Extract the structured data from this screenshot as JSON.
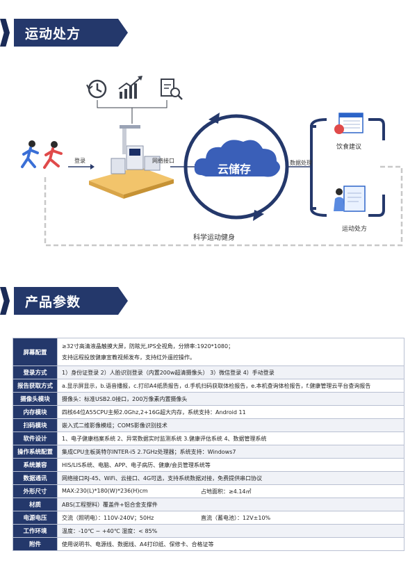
{
  "section1": {
    "title": "运动处方"
  },
  "diagram": {
    "cloud_label": "云储存",
    "login_label": "登录",
    "network_label": "网络接口",
    "data_label": "数据处理",
    "diet_label": "饮食建议",
    "exercise_label": "运动处方",
    "science_label": "科学运动健身"
  },
  "section2": {
    "title": "产品参数"
  },
  "specs": {
    "screen": {
      "key": "屏幕配置",
      "line1": "≥32寸高清液晶触摸大屏，防眩光,IPS全视角，分辨率:1920*1080；",
      "line2": "支持远程投放健康宣教视频发布，支持红外遥控操作。"
    },
    "login": {
      "key": "登录方式",
      "value": "1）身份证登录   2）人脸识别登录（内置200w超清摄像头）   3）微信登录   4）手动登录"
    },
    "report": {
      "key": "报告获取方式",
      "value": "a.显示屏显示，b.语音播报，c.打印A4纸质报告，d.手机扫码获取体检报告，e.本机查询体检报告，f.健康管理云平台查询报告"
    },
    "camera": {
      "key": "摄像头模块",
      "value": "摄像头：标准USB2.0接口，200万像素内置摄像头"
    },
    "memory": {
      "key": "内存模块",
      "value": "四核64位A55CPU主频2.0Ghz,2+16G超大内存，系统支持：Android 11"
    },
    "scan": {
      "key": "扫码模块",
      "value": "嵌入式二维影像模组；COMS影像识别技术"
    },
    "software": {
      "key": "软件设计",
      "value": "1、电子健康档案系统  2、异常数据实时监测系统  3.健康评估系统  4、数据管理系统"
    },
    "os": {
      "key": "操作系统配置",
      "value": "集成CPU主板英特尔INTER-i5 2.7GHz处理器；系统支持：Windows7"
    },
    "compat": {
      "key": "系统兼容",
      "value": "HIS/LIS系统、电脑、APP、电子病历、健康/会员管理系统等"
    },
    "comm": {
      "key": "数据通讯",
      "value": "网络接口RJ-45、WiFi、云接口、4G可选，支持系统数据对接，免费提供串口协议"
    },
    "size": {
      "key": "外形尺寸",
      "value1": "MAX:230(L)*180(W)*236(H)cm",
      "value2": "占地面积：≥4.14㎡"
    },
    "material": {
      "key": "材质",
      "value": "ABS(工程塑料）覆盖件+铝合金支撑件"
    },
    "power": {
      "key": "电源电压",
      "value1": "交流（照明电）：110V-240V；50Hz",
      "value2": "直流（蓄电池）：12V±10%"
    },
    "env": {
      "key": "工作环境",
      "value": "温度：-10℃ ~ +40℃   湿度：< 85%"
    },
    "accessory": {
      "key": "附件",
      "value": "使用说明书、电源线、数据线、A4打印纸、保修卡、合格证等"
    }
  },
  "colors": {
    "navy": "#24386b",
    "cloud_blue": "#3a5fb8",
    "light_blue": "#2c64c8"
  }
}
